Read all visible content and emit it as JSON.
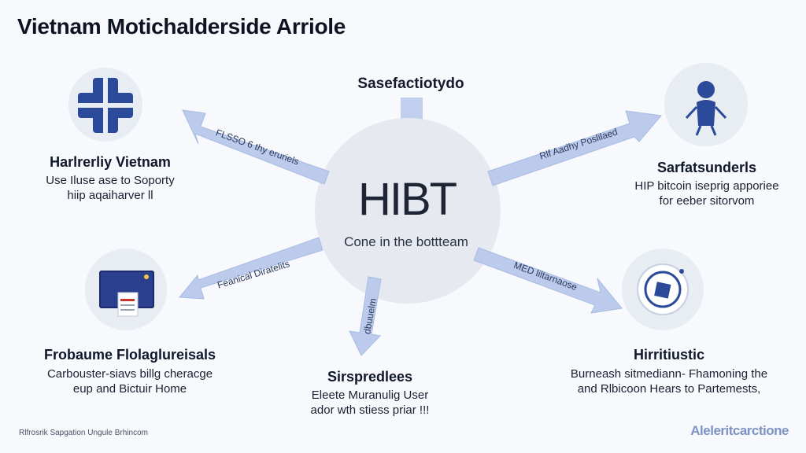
{
  "title": "Vietnam Motichalderside Arriole",
  "top_label": "Sasefactiotydo",
  "hub": {
    "title": "HIBT",
    "subtitle": "Cone  in the bottteam"
  },
  "nodes": {
    "top_left": {
      "icon": "cross-icon",
      "title": "Harlrerliy Vietnam",
      "desc": [
        "Use Iluse ase to Soporty",
        "hiip aqaiharver ll"
      ]
    },
    "top_right": {
      "icon": "person-icon",
      "title": "Sarfatsunderls",
      "desc": [
        "HIP bitcoin iseprig apporiee",
        "for eeber sitorvom"
      ]
    },
    "mid_left": {
      "icon": "monitor-icon",
      "title": "Frobaume Flolaglureisals",
      "desc": [
        "Carbouster-siavs billg cheracge",
        "eup and Bictuir Home"
      ]
    },
    "mid_right": {
      "icon": "crypto-coin-icon",
      "title": "Hirritiustic",
      "desc": [
        "Burneash sitmediann- Fhamoning the",
        "and Rlbicoon Hears to Partemests,"
      ]
    },
    "bottom": {
      "title": "Sirspredlees",
      "desc": [
        "Eleete Muranulig User",
        "ador wth stiess priar !!!"
      ]
    }
  },
  "arrows": {
    "top_left": "FLSSO 6 thy eruriels",
    "top_right": "Rlf Aadhy Poslilaed",
    "mid_left": "Feanical Diratelits",
    "mid_right": "MED liltarnaose",
    "bottom": "dbuuelm"
  },
  "footer": {
    "left": "Rlfrosrik Sapgation Ungule Brhincom",
    "right": "Aleleritcarctione"
  },
  "colors": {
    "arrow": "#bccbec",
    "arrow_stroke": "#a8bbe3",
    "hub": "#e6e9ef",
    "node_bg": "#e8ecf3",
    "icon_blue": "#2b4a9a"
  }
}
